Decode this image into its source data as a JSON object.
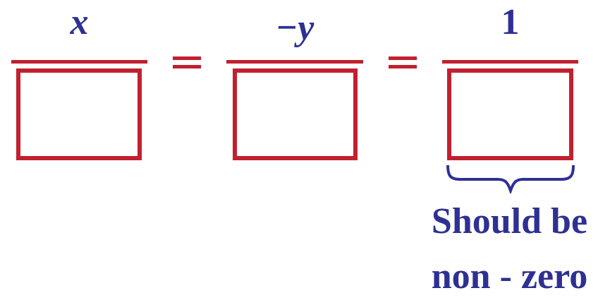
{
  "colors": {
    "accent": "#c1202f",
    "text": "#2e3192",
    "background": "#ffffff"
  },
  "fractions": [
    {
      "numerator": "x",
      "denominator": ""
    },
    {
      "numerator": "−y",
      "denominator": ""
    },
    {
      "numerator": "1",
      "denominator": ""
    }
  ],
  "operators": [
    "=",
    "="
  ],
  "annotation": {
    "line1": "Should be",
    "line2": "non - zero"
  }
}
